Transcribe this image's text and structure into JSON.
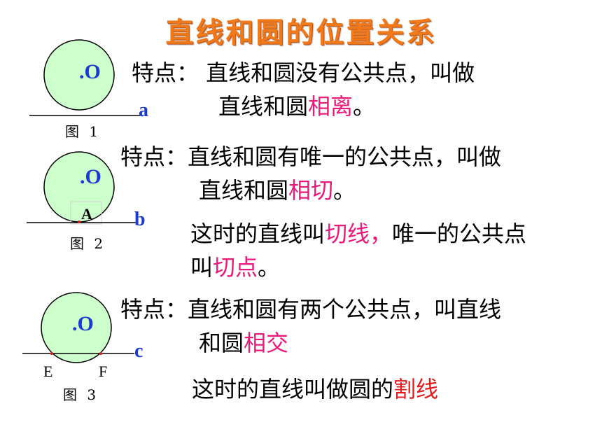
{
  "title": "直线和圆的位置关系",
  "labels": {
    "center": ".O",
    "point_a": "A",
    "point_e": "E",
    "point_f": "F"
  },
  "figures": [
    {
      "caption": "图 1",
      "line_name": "a"
    },
    {
      "caption": "图 2",
      "line_name": "b"
    },
    {
      "caption": "图 3",
      "line_name": "c"
    }
  ],
  "sections": {
    "s1": {
      "prefix": "特点：  直线和圆没有公共点，叫做",
      "line2": "直线和圆",
      "term": "相离",
      "end": "。"
    },
    "s2": {
      "prefix": "特点：直线和圆有唯一的公共点，叫做",
      "line2": "直线和圆",
      "term": "相切",
      "end": "。"
    },
    "s2note": {
      "a": "这时的直线叫",
      "term1": "切线，",
      "b": "唯一的公共点",
      "c": "叫",
      "term2": "切点",
      "end": "。"
    },
    "s3": {
      "prefix": "特点：直线和圆有两个公共点，叫直线",
      "line2": "和圆",
      "term": "相交"
    },
    "s3note": {
      "a": "这时的直线叫做圆的",
      "term": "割线"
    }
  },
  "colors": {
    "title": "#f07a1a",
    "circle_fill": "#ccffcc",
    "label_blue": "#1a3ad0",
    "highlight": "#ea1a7a",
    "red": "#e01a1a"
  }
}
